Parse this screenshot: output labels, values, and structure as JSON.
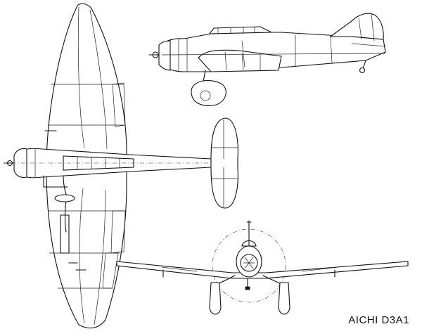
{
  "caption": "AICHI D3A1",
  "views": [
    {
      "name": "plan"
    },
    {
      "name": "side-profile"
    },
    {
      "name": "front"
    }
  ],
  "colors": {
    "ink": "#111111",
    "paper": "#ffffff"
  }
}
